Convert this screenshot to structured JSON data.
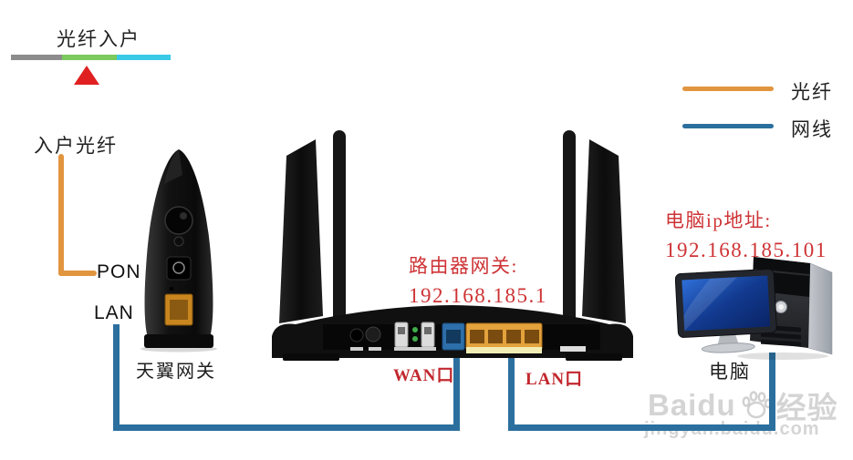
{
  "colors": {
    "fiber_orange": "#E2953F",
    "cable_blue": "#2B6F9E",
    "note_red": "#CE3335",
    "marker_red": "#E02020",
    "bar_gray": "#8C8C8C",
    "bar_green": "#7CC95E",
    "bar_cyan": "#3BC9E8",
    "wan_port_blue": "#2D6FAA",
    "lan_port_yellow": "#E3A23C"
  },
  "top_indicator": {
    "label": "光纤入户"
  },
  "legend": {
    "fiber_label": "光纤",
    "cable_label": "网线"
  },
  "modem": {
    "entry_fiber_label": "入户光纤",
    "pon_label": "PON",
    "lan_label": "LAN",
    "device_label": "天翼网关"
  },
  "router": {
    "gateway_label": "路由器网关:",
    "gateway_ip": "192.168.185.1",
    "wan_port_label": "WAN口",
    "lan_port_label": "LAN口"
  },
  "computer": {
    "ip_label": "电脑ip地址:",
    "ip_value": "192.168.185.101",
    "device_label": "电脑"
  },
  "watermark": {
    "brand": "Baidu",
    "brand_suffix": "经验",
    "site": "jingyan.baidu.com"
  }
}
